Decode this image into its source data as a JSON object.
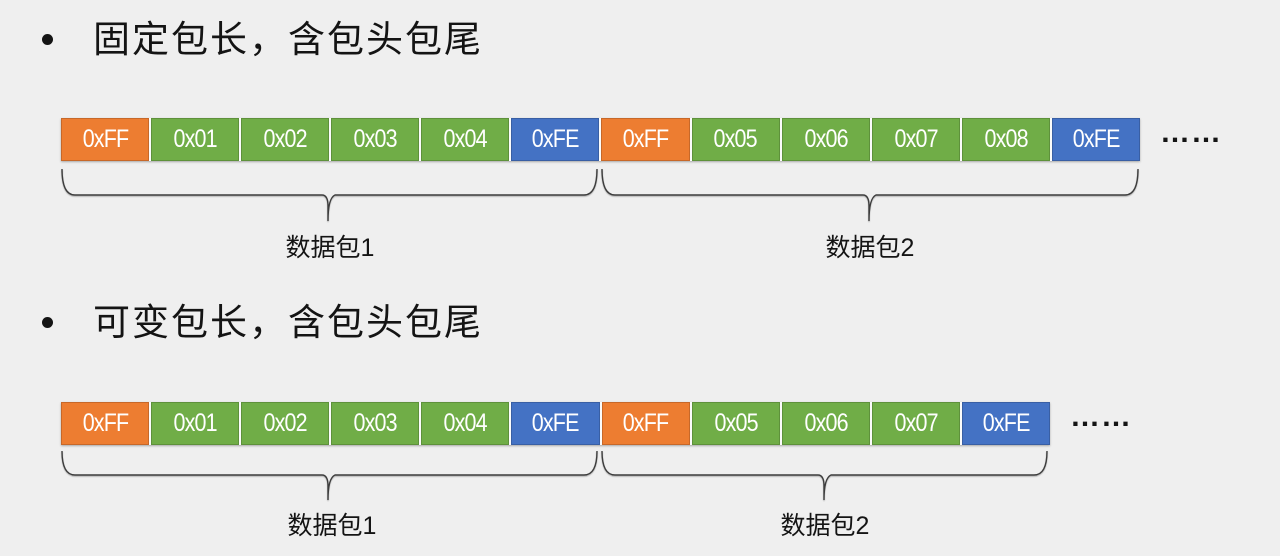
{
  "colors": {
    "bg": "#efefef",
    "text": "#141414",
    "cell_text": "#ffffff",
    "header_byte": "#ED7D31",
    "data_byte": "#70AD47",
    "tail_byte": "#4472C4"
  },
  "sections": [
    {
      "heading": "固定包长，含包头包尾",
      "ellipsis": "……",
      "cells": [
        {
          "value": "0xFF",
          "role": "header"
        },
        {
          "value": "0x01",
          "role": "data"
        },
        {
          "value": "0x02",
          "role": "data"
        },
        {
          "value": "0x03",
          "role": "data"
        },
        {
          "value": "0x04",
          "role": "data"
        },
        {
          "value": "0xFE",
          "role": "tail"
        },
        {
          "value": "0xFF",
          "role": "header"
        },
        {
          "value": "0x05",
          "role": "data"
        },
        {
          "value": "0x06",
          "role": "data"
        },
        {
          "value": "0x07",
          "role": "data"
        },
        {
          "value": "0x08",
          "role": "data"
        },
        {
          "value": "0xFE",
          "role": "tail"
        }
      ],
      "packets": [
        "数据包1",
        "数据包2"
      ]
    },
    {
      "heading": "可变包长，含包头包尾",
      "ellipsis": "……",
      "cells": [
        {
          "value": "0xFF",
          "role": "header"
        },
        {
          "value": "0x01",
          "role": "data"
        },
        {
          "value": "0x02",
          "role": "data"
        },
        {
          "value": "0x03",
          "role": "data"
        },
        {
          "value": "0x04",
          "role": "data"
        },
        {
          "value": "0xFE",
          "role": "tail"
        },
        {
          "value": "0xFF",
          "role": "header"
        },
        {
          "value": "0x05",
          "role": "data"
        },
        {
          "value": "0x06",
          "role": "data"
        },
        {
          "value": "0x07",
          "role": "data"
        },
        {
          "value": "0xFE",
          "role": "tail"
        }
      ],
      "packets": [
        "数据包1",
        "数据包2"
      ]
    }
  ]
}
